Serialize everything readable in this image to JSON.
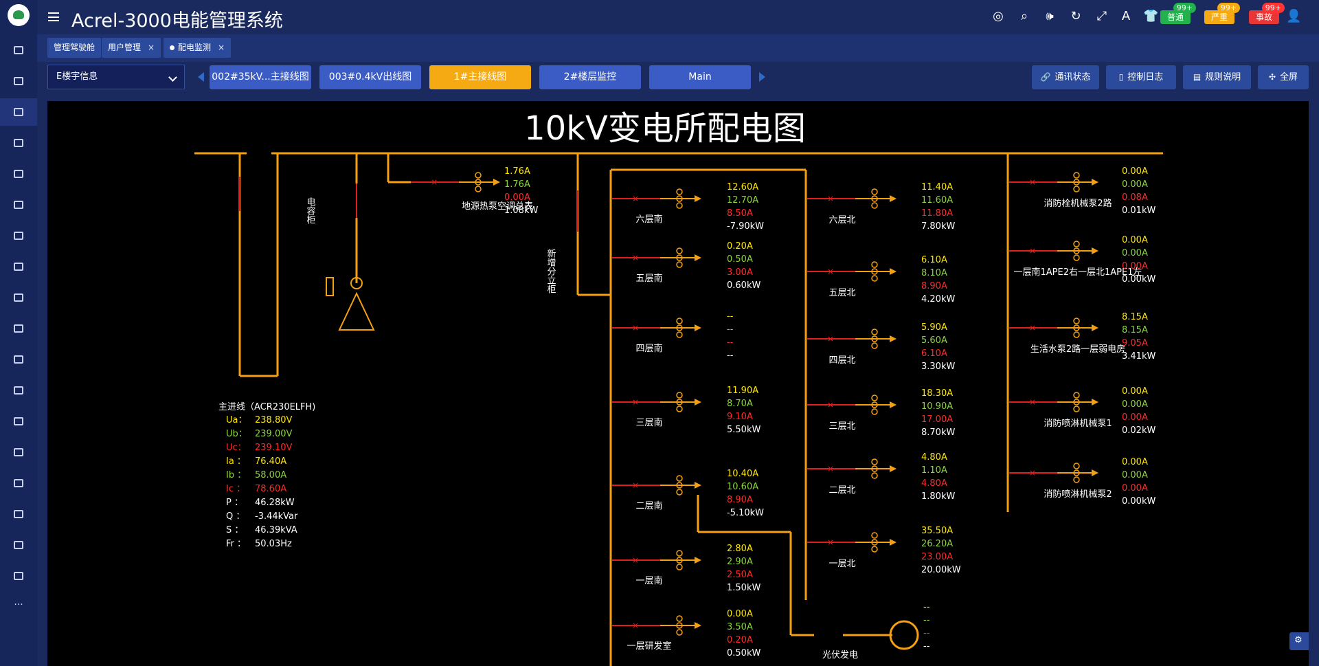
{
  "app": {
    "title": "Acrel-3000电能管理系统"
  },
  "header": {
    "alerts": [
      {
        "label": "普通",
        "count": "99+",
        "color": "#22b14c"
      },
      {
        "label": "严重",
        "count": "99+",
        "color": "#f5a913"
      },
      {
        "label": "事故",
        "count": "99+",
        "color": "#e83535"
      }
    ]
  },
  "tabs": [
    {
      "label": "管理驾驶舱"
    },
    {
      "label": "用户管理",
      "close": "×"
    },
    {
      "label": "配电监测",
      "close": "×"
    }
  ],
  "toolbar": {
    "building_select": "E楼宇信息",
    "views": [
      "002#35kV...主接线图",
      "003#0.4kV出线图",
      "1#主接线图",
      "2#楼层监控",
      "Main"
    ],
    "actions": [
      "通讯状态",
      "控制日志",
      "规则说明",
      "全屏"
    ]
  },
  "diagram": {
    "title": "10kV变电所配电图",
    "capacitor_label": "电容柜",
    "new_cabinet_label": "新增分立柜",
    "heatpump": {
      "name": "地源热泵空调总表",
      "values": [
        "1.76A",
        "1.76A",
        "0.00A",
        "1.08kW"
      ]
    },
    "main_line": {
      "title": "主进线（ACR230ELFH)",
      "rows": [
        {
          "k": "Ua：",
          "v": "238.80V"
        },
        {
          "k": "Ub：",
          "v": "239.00V"
        },
        {
          "k": "Uc：",
          "v": "239.10V"
        },
        {
          "k": "Ia ：",
          "v": "76.40A"
        },
        {
          "k": "Ib ：",
          "v": "58.00A"
        },
        {
          "k": "Ic ：",
          "v": "78.60A"
        },
        {
          "k": "P  ：",
          "v": "46.28kW"
        },
        {
          "k": "Q  ：",
          "v": "-3.44kVar"
        },
        {
          "k": "S  ：",
          "v": "46.39kVA"
        },
        {
          "k": "Fr ：",
          "v": "50.03Hz"
        }
      ]
    },
    "south": [
      {
        "name": "六层南",
        "values": [
          "12.60A",
          "12.70A",
          "8.50A",
          "-7.90kW"
        ]
      },
      {
        "name": "五层南",
        "values": [
          "0.20A",
          "0.50A",
          "3.00A",
          "0.60kW"
        ]
      },
      {
        "name": "四层南",
        "values": [
          "--",
          "--",
          "--",
          "--"
        ]
      },
      {
        "name": "三层南",
        "values": [
          "11.90A",
          "8.70A",
          "9.10A",
          "5.50kW"
        ]
      },
      {
        "name": "二层南",
        "values": [
          "10.40A",
          "10.60A",
          "8.90A",
          "-5.10kW"
        ]
      },
      {
        "name": "一层南",
        "values": [
          "2.80A",
          "2.90A",
          "2.50A",
          "1.50kW"
        ]
      },
      {
        "name": "一层研发室",
        "values": [
          "0.00A",
          "3.50A",
          "0.20A",
          "0.50kW"
        ]
      }
    ],
    "north": [
      {
        "name": "六层北",
        "values": [
          "11.40A",
          "11.60A",
          "11.80A",
          "7.80kW"
        ]
      },
      {
        "name": "五层北",
        "values": [
          "6.10A",
          "8.10A",
          "8.90A",
          "4.20kW"
        ]
      },
      {
        "name": "四层北",
        "values": [
          "5.90A",
          "5.60A",
          "6.10A",
          "3.30kW"
        ]
      },
      {
        "name": "三层北",
        "values": [
          "18.30A",
          "10.90A",
          "17.00A",
          "8.70kW"
        ]
      },
      {
        "name": "二层北",
        "values": [
          "4.80A",
          "1.10A",
          "4.80A",
          "1.80kW"
        ]
      },
      {
        "name": "一层北",
        "values": [
          "35.50A",
          "26.20A",
          "23.00A",
          "20.00kW"
        ]
      }
    ],
    "solar": {
      "name": "光伏发电",
      "values": [
        "--",
        "--",
        "--",
        "--"
      ]
    },
    "right": [
      {
        "name": "消防栓机械泵2路",
        "values": [
          "0.00A",
          "0.00A",
          "0.08A",
          "0.01kW"
        ]
      },
      {
        "name": "一层南1APE2右一层北1APE1左",
        "values": [
          "0.00A",
          "0.00A",
          "0.00A",
          "0.00kW"
        ]
      },
      {
        "name": "生活水泵2路一层弱电房",
        "values": [
          "8.15A",
          "8.15A",
          "9.05A",
          "3.41kW"
        ]
      },
      {
        "name": "消防喷淋机械泵1",
        "values": [
          "0.00A",
          "0.00A",
          "0.00A",
          "0.02kW"
        ]
      },
      {
        "name": "消防喷淋机械泵2",
        "values": [
          "0.00A",
          "0.00A",
          "0.00A",
          "0.00kW"
        ]
      }
    ],
    "colors": {
      "bus": "#f5a013",
      "breaker": "#e11f1f",
      "phaseA": "#ffe600",
      "phaseB": "#8bd63b",
      "phaseC": "#ff2a2a",
      "power": "#ffffff"
    }
  }
}
